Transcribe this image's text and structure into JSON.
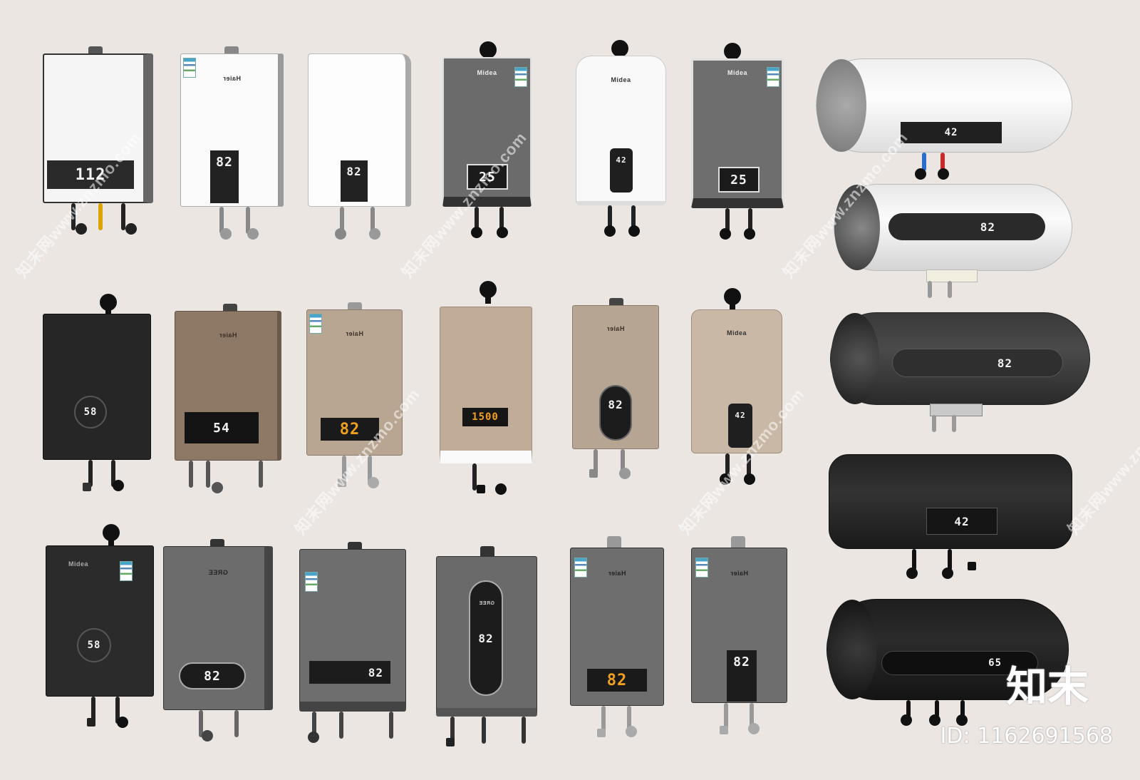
{
  "brands": {
    "haier": "Haier",
    "midea": "Midea",
    "gree": "GREE"
  },
  "readings": {
    "r1_1": "112",
    "r1_2": "82",
    "r1_3": "82",
    "r1_4": "25",
    "r1_5": "42",
    "r1_6": "25",
    "r2_1": "58",
    "r2_2": "54",
    "r2_3": "82",
    "r2_4": "1500",
    "r2_5": "82",
    "r2_6": "42",
    "r3_1": "58",
    "r3_2": "82",
    "r3_3": "82",
    "r3_4": "82",
    "r3_5": "82",
    "r3_6": "82",
    "t1": "42",
    "t2": "82",
    "t3": "82",
    "t4": "42",
    "t5": "65"
  },
  "watermark": {
    "text": "知末网www.znzmo.com"
  },
  "corner": {
    "logo": "知末",
    "id": "ID: 1162691568"
  },
  "colors": {
    "white_unit": "#f7f7f7",
    "champagne": "#b6a593",
    "mocha": "#8f7a67",
    "dark_gray": "#3a3a3a",
    "mid_gray": "#6b6b6b",
    "black": "#1f1f1f",
    "display": "#1d1d1d",
    "amber": "#f0a020"
  }
}
